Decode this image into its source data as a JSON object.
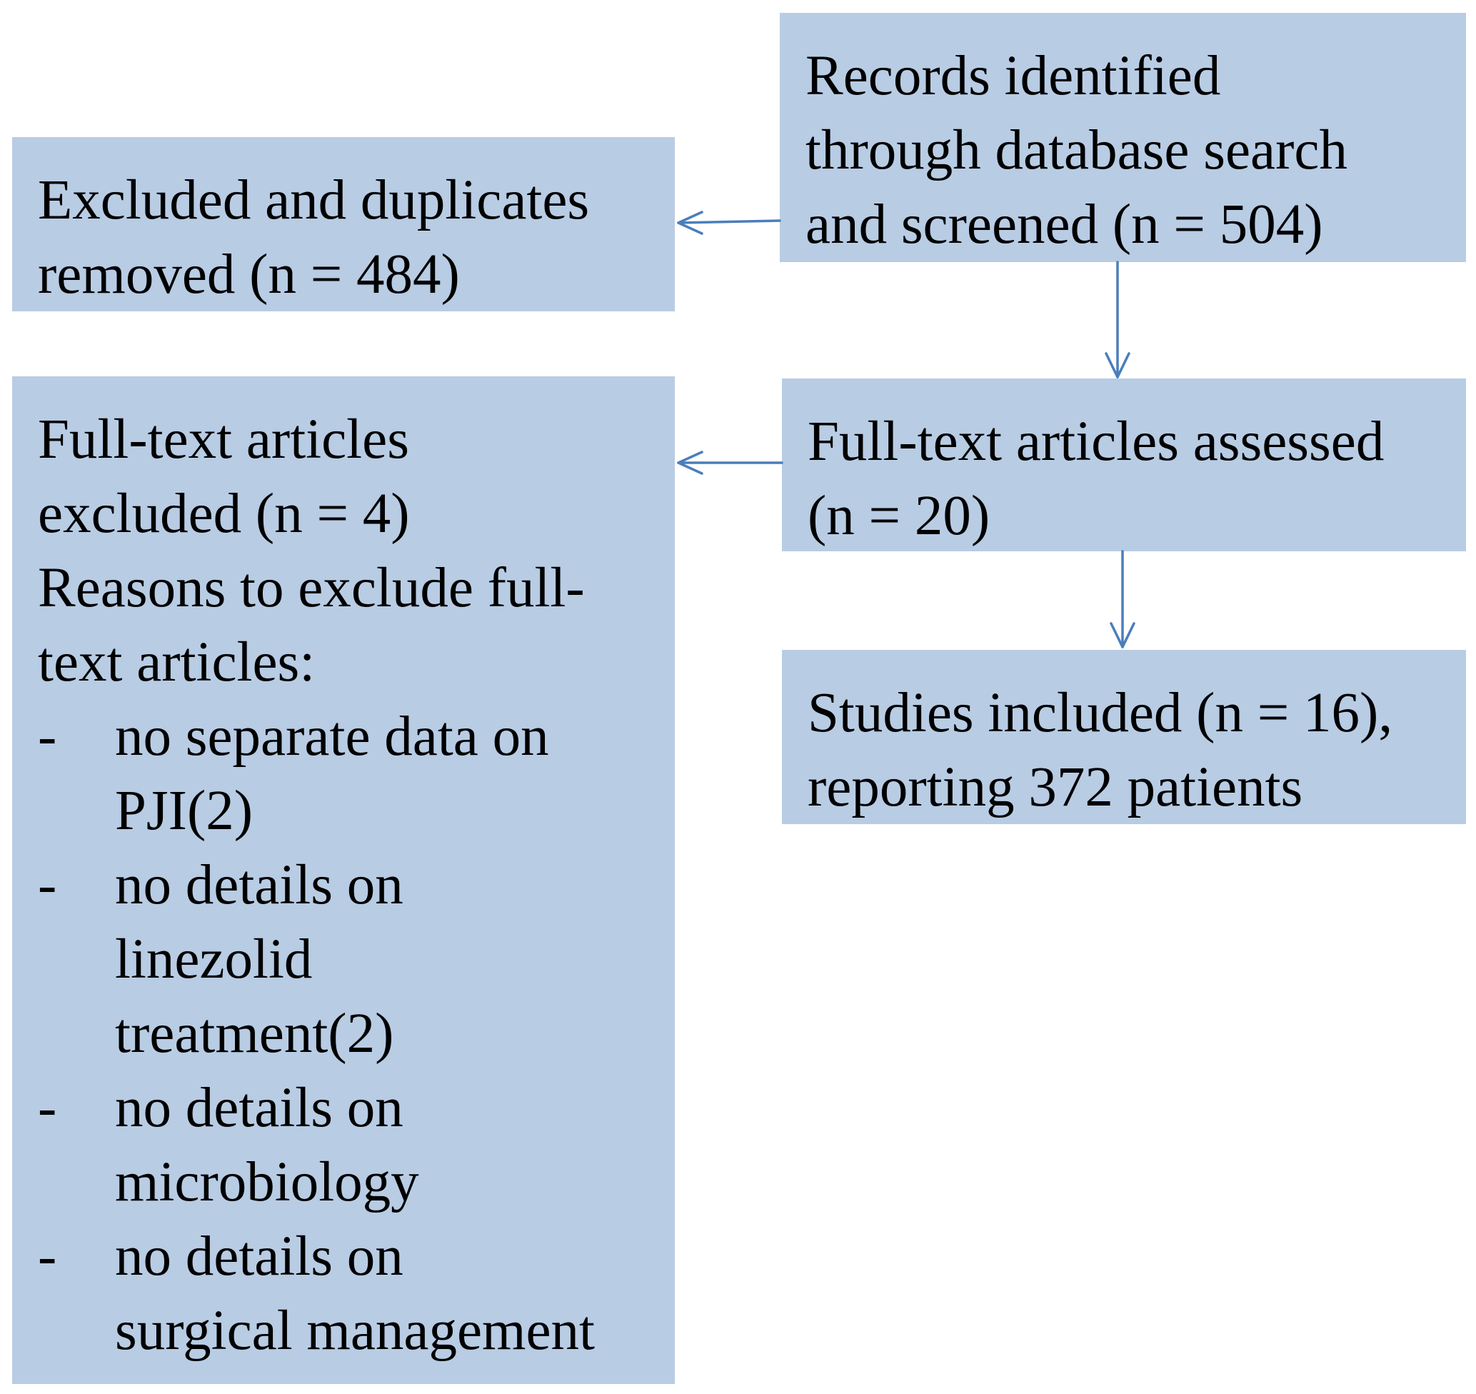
{
  "records_box": {
    "lines": [
      "Records identified",
      "through database search",
      "and screened (n = 504)"
    ]
  },
  "excluded_box": {
    "lines": [
      "Excluded and duplicates",
      "removed (n = 484)"
    ]
  },
  "assessed_box": {
    "lines": [
      "Full-text articles assessed",
      "(n = 20)"
    ]
  },
  "included_box": {
    "lines": [
      "Studies included (n = 16),",
      "reporting 372 patients"
    ]
  },
  "fulltext_excluded_box": {
    "lines": [
      "Full-text articles",
      "excluded (n = 4)"
    ],
    "reasons_heading": [
      "Reasons to exclude full-",
      "text articles:"
    ],
    "bullet": "-",
    "reasons": [
      {
        "lines": [
          "no separate data on",
          "PJI(2)"
        ]
      },
      {
        "lines": [
          "no details on",
          "linezolid",
          "treatment(2)"
        ]
      },
      {
        "lines": [
          "no details on",
          "microbiology"
        ]
      },
      {
        "lines": [
          "no details on",
          "surgical management"
        ]
      }
    ]
  },
  "colors": {
    "box_fill": "#b8cce4",
    "arrow": "#4a7ebb",
    "text": "#000000"
  }
}
